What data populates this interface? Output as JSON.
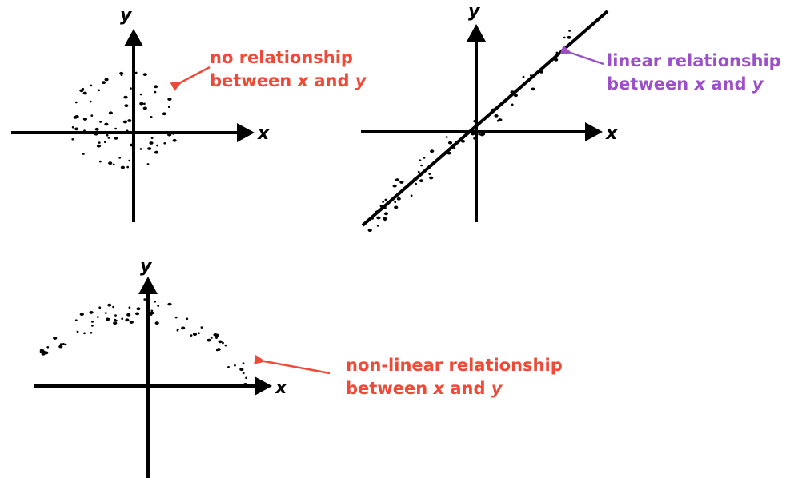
{
  "colors": {
    "red": "#ef4a38",
    "purple": "#9b4fc9",
    "ink": "#000000"
  },
  "axis_names": {
    "x": "x",
    "y": "y"
  },
  "panels": [
    {
      "id": "no-relationship",
      "label_line1": "no relationship",
      "label_line2_prefix": "between ",
      "label_x": "x",
      "label_and": " and ",
      "label_y": "y",
      "label_color": "red"
    },
    {
      "id": "linear-relationship",
      "label_line1": "linear relationship",
      "label_line2_prefix": "between ",
      "label_x": "x",
      "label_and": " and ",
      "label_y": "y",
      "label_color": "purple"
    },
    {
      "id": "non-linear-relationship",
      "label_line1": "non-linear relationship",
      "label_line2_prefix": "between ",
      "label_x": "x",
      "label_and": " and ",
      "label_y": "y",
      "label_color": "red"
    }
  ]
}
